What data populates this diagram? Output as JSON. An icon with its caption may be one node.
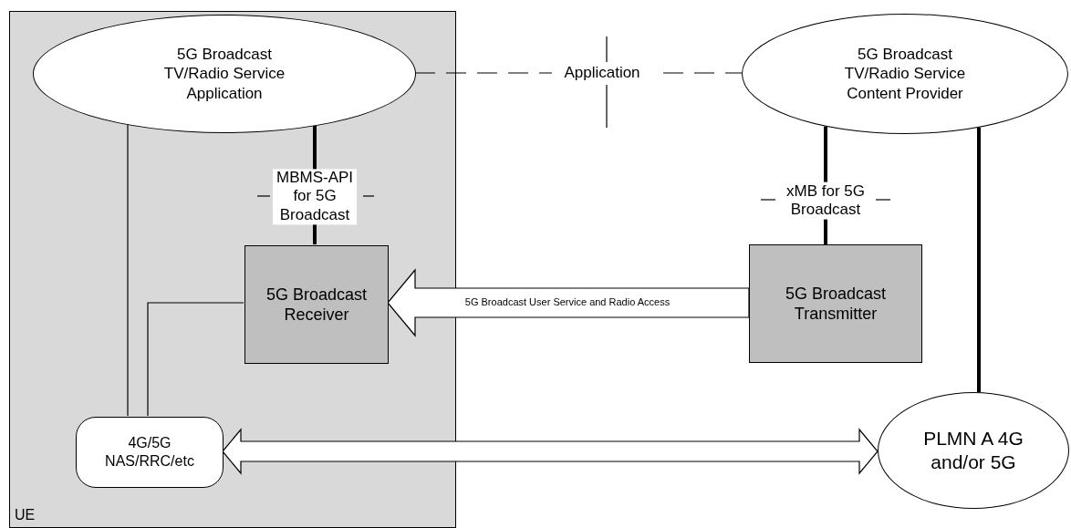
{
  "diagram": {
    "nodes": [
      {
        "text": [
          "UE"
        ]
      },
      {
        "text": [
          "5G Broadcast TV/Radio Service Application"
        ],
        "in": 0
      },
      {
        "text": [
          "5G Broadcast TV/Radio Service Content Provider"
        ]
      },
      {
        "text": [
          "5G Broadcast Receiver"
        ],
        "in": 0
      },
      {
        "text": [
          "5G Broadcast Transmitter"
        ]
      },
      {
        "text": [
          "4G/5G NAS/RRC/etc"
        ],
        "in": 0
      },
      {
        "text": [
          "PLMN A 4G and/or 5G"
        ]
      }
    ],
    "edges": [
      {
        "from": 1,
        "to": 2,
        "arrow": "none",
        "label": "Application",
        "style": "dashed"
      },
      {
        "from": 1,
        "to": 3,
        "arrow": "none",
        "label": "MBMS-API for 5G Broadcast",
        "style": "thick"
      },
      {
        "from": 2,
        "to": 4,
        "arrow": "none",
        "label": "xMB for 5G Broadcast",
        "style": "thick"
      },
      {
        "from": 4,
        "to": 3,
        "arrow": "to",
        "label": "5G Broadcast User Service and Radio Access"
      },
      {
        "from": 5,
        "to": 6,
        "arrow": "both"
      },
      {
        "from": 1,
        "to": 5,
        "arrow": "none"
      },
      {
        "from": 3,
        "to": 5,
        "arrow": "none"
      },
      {
        "from": 2,
        "to": 6,
        "arrow": "none",
        "style": "thick"
      }
    ]
  }
}
